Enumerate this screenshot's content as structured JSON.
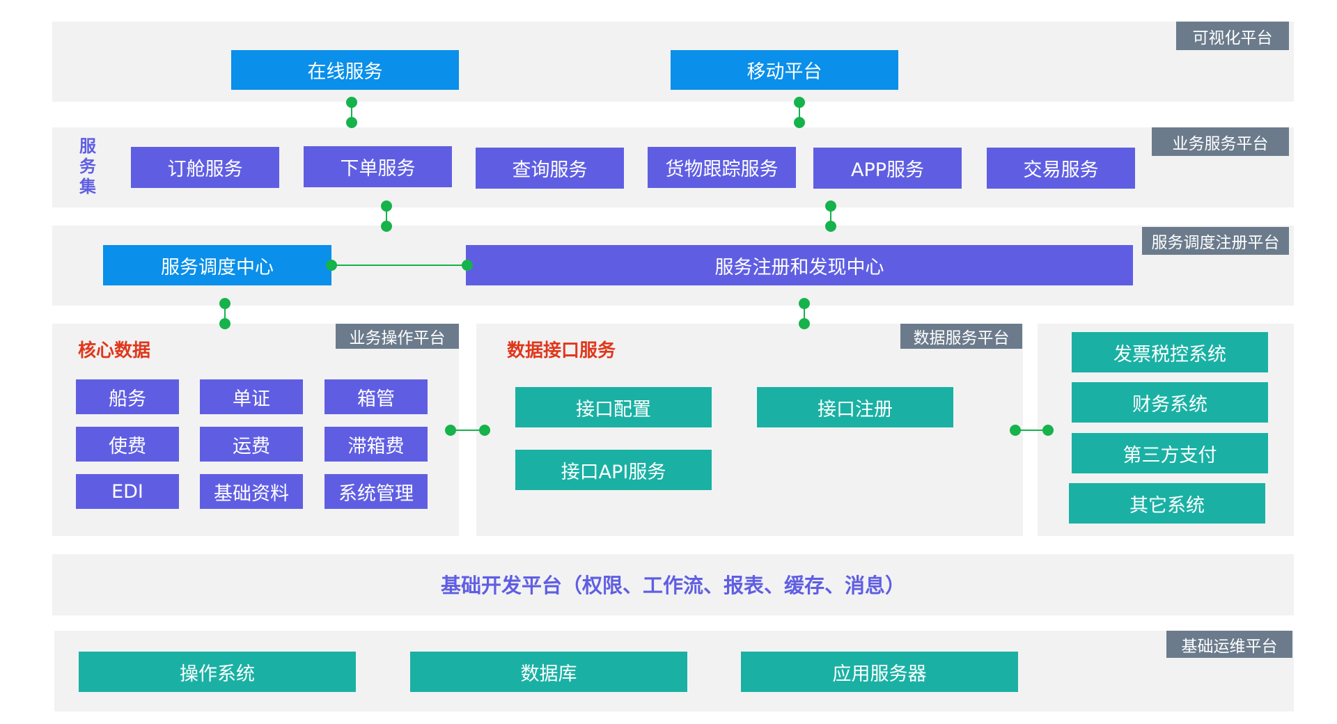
{
  "visual_platform": {
    "tag": "可视化平台",
    "items": [
      "在线服务",
      "移动平台"
    ]
  },
  "business_service_platform": {
    "tag": "业务服务平台",
    "side_label": "服务集",
    "items": [
      "订舱服务",
      "下单服务",
      "查询服务",
      "货物跟踪服务",
      "APP服务",
      "交易服务"
    ]
  },
  "registry_platform": {
    "tag": "服务调度注册平台",
    "dispatch_center": "服务调度中心",
    "registry_center": "服务注册和发现中心"
  },
  "business_operation_platform": {
    "tag": "业务操作平台",
    "heading": "核心数据",
    "items": [
      "船务",
      "单证",
      "箱管",
      "使费",
      "运费",
      "滞箱费",
      "EDI",
      "基础资料",
      "系统管理"
    ]
  },
  "data_service_platform": {
    "tag": "数据服务平台",
    "heading": "数据接口服务",
    "items": [
      "接口配置",
      "接口注册",
      "接口API服务"
    ]
  },
  "external_systems": {
    "items": [
      "发票税控系统",
      "财务系统",
      "第三方支付",
      "其它系统"
    ]
  },
  "foundation_platform": {
    "title": "基础开发平台（权限、工作流、报表、缓存、消息）"
  },
  "ops_platform": {
    "tag": "基础运维平台",
    "items": [
      "操作系统",
      "数据库",
      "应用服务器"
    ]
  },
  "colors": {
    "band": "#f2f2f2",
    "tag": "#6b7b8c",
    "blue": "#0a8fea",
    "purple": "#5f5ee3",
    "teal": "#1ab1a4",
    "heading_red": "#e0371c",
    "connector_green": "#16b24c"
  }
}
